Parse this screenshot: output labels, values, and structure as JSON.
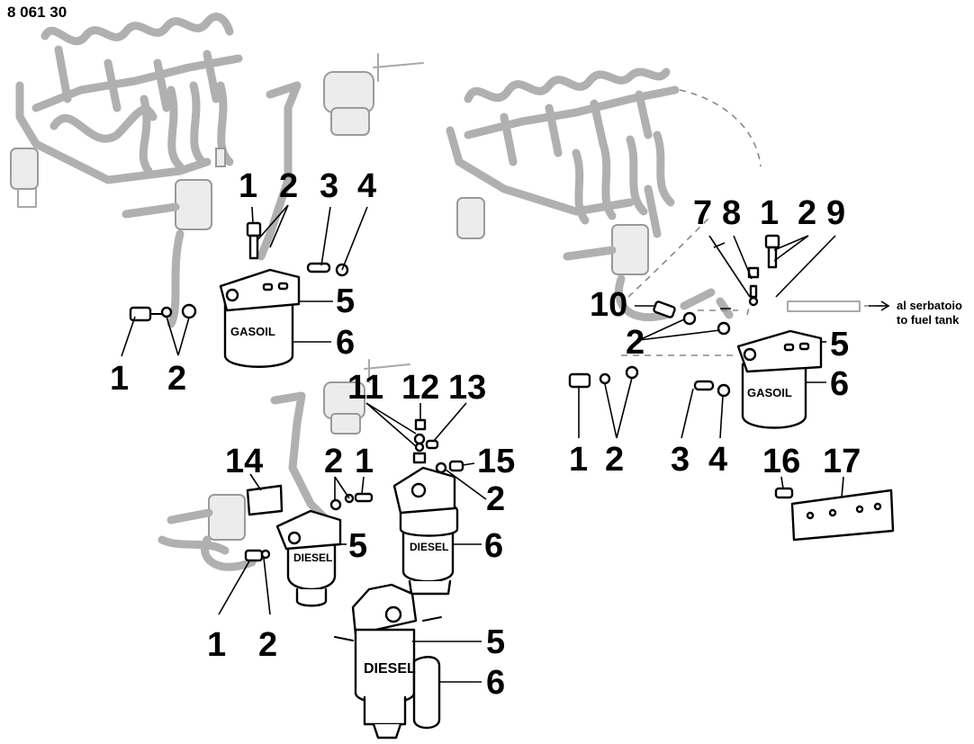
{
  "drawing_code": "8 061 30",
  "tank_note": {
    "line1": "al serbatoio",
    "line2": "to fuel tank"
  },
  "filter_labels": {
    "gasoil": "GASOIL",
    "diesel": "DIESEL"
  },
  "callouts": {
    "a1": "1",
    "a2": "2",
    "a3": "3",
    "a4": "4",
    "a1b": "1",
    "a2b": "2",
    "a5": "5",
    "a6": "6",
    "b7": "7",
    "b8": "8",
    "b1": "1",
    "b2": "2",
    "b9": "9",
    "b10": "10",
    "b2b": "2",
    "b5": "5",
    "b6": "6",
    "b1b": "1",
    "b2c": "2",
    "b3": "3",
    "b4": "4",
    "b16": "16",
    "b17": "17",
    "c11": "11",
    "c12": "12",
    "c13": "13",
    "c14": "14",
    "c2": "2",
    "c1": "1",
    "c15": "15",
    "c2b": "2",
    "c5": "5",
    "c6": "6",
    "c1b": "1",
    "c2c": "2",
    "c5b": "5",
    "c6b": "6"
  }
}
